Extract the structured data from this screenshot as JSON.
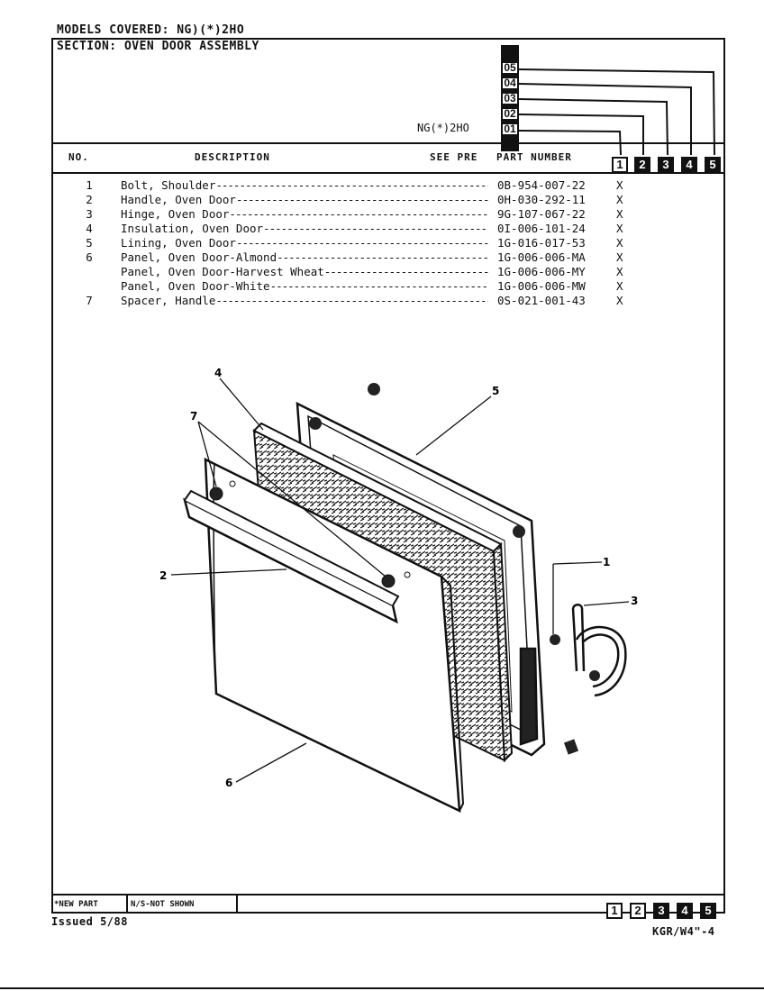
{
  "header": {
    "models_covered": "MODELS COVERED:  NG)(*)2HO",
    "section": "SECTION:  OVEN DOOR ASSEMBLY",
    "model_label": "NG(*)2HO"
  },
  "columns": {
    "no": "NO.",
    "description": "DESCRIPTION",
    "see_pre": "SEE PRE",
    "part_number": "PART NUMBER"
  },
  "model_codes": [
    "05",
    "04",
    "03",
    "02",
    "01"
  ],
  "model_columns": [
    "1",
    "2",
    "3",
    "4",
    "5"
  ],
  "parts": [
    {
      "no": "1",
      "desc": "Bolt, Shoulder",
      "pn": "0B-954-007-22",
      "mark": "X"
    },
    {
      "no": "2",
      "desc": "Handle, Oven Door",
      "pn": "0H-030-292-11",
      "mark": "X"
    },
    {
      "no": "3",
      "desc": "Hinge, Oven Door",
      "pn": "9G-107-067-22",
      "mark": "X"
    },
    {
      "no": "4",
      "desc": "Insulation, Oven Door",
      "pn": "0I-006-101-24",
      "mark": "X"
    },
    {
      "no": "5",
      "desc": "Lining, Oven Door",
      "pn": "1G-016-017-53",
      "mark": "X"
    },
    {
      "no": "6",
      "desc": "Panel, Oven Door-Almond",
      "pn": "1G-006-006-MA",
      "mark": "X"
    },
    {
      "no": "",
      "desc": "Panel, Oven Door-Harvest Wheat",
      "pn": "1G-006-006-MY",
      "mark": "X"
    },
    {
      "no": "",
      "desc": "Panel, Oven Door-White",
      "pn": "1G-006-006-MW",
      "mark": "X"
    },
    {
      "no": "7",
      "desc": "Spacer, Handle",
      "pn": "0S-021-001-43",
      "mark": "X"
    }
  ],
  "callouts": [
    "1",
    "2",
    "3",
    "4",
    "5",
    "6",
    "7"
  ],
  "footer": {
    "new_part": "*NEW PART",
    "not_shown": "N/S-NOT SHOWN",
    "issued": "Issued 5/88",
    "page_code": "KGR/W4\"-4"
  }
}
